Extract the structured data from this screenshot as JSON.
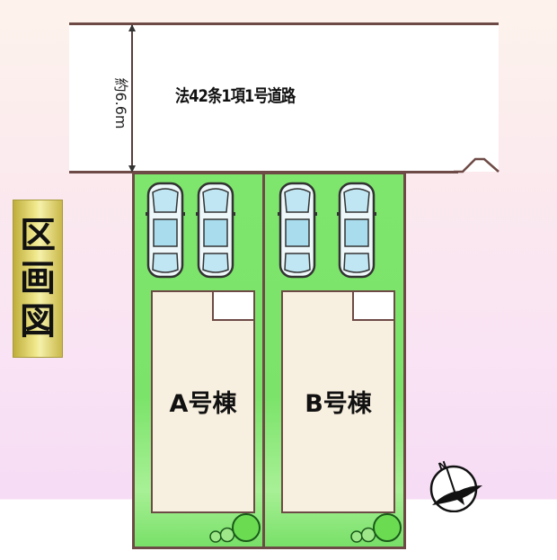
{
  "title": {
    "chars": [
      "区",
      "画",
      "図"
    ]
  },
  "road": {
    "label": "法42条1項1号道路",
    "width_label": "約6.6m"
  },
  "lots": [
    {
      "id": "A",
      "label": "A号棟",
      "parking_spaces": 2
    },
    {
      "id": "B",
      "label": "B号棟",
      "parking_spaces": 2
    }
  ],
  "compass": {
    "label": "N"
  },
  "colors": {
    "lot_green": "#7be36a",
    "house_fill": "#f7efdf",
    "outline": "#6e4a46",
    "title_gold": "#efe78a",
    "background_pink": "#f9e3f4"
  }
}
